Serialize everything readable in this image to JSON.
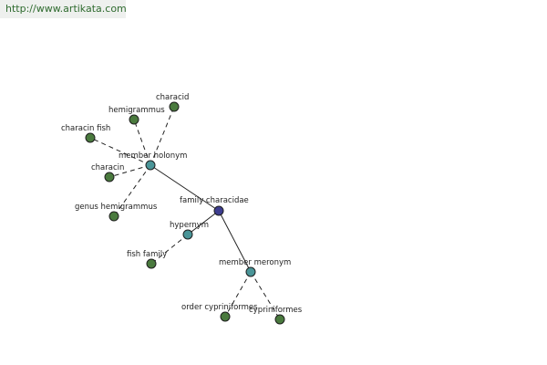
{
  "site": {
    "url": "http://www.artikata.com"
  },
  "colors": {
    "focus": "#3d3d8f",
    "relation": "#4a9598",
    "leaf": "#4a7a3e",
    "site_bg": "#eef0ee",
    "site_text": "#2f6b2f"
  },
  "nodes": {
    "focus": "family characidae",
    "rel_member_holonym": "member holonym",
    "rel_hypernym": "hypernym",
    "rel_member_meronym": "member meronym",
    "leaf_characid": "characid",
    "leaf_hemigrammus": "hemigrammus",
    "leaf_characin_fish": "characin fish",
    "leaf_characin": "characin",
    "leaf_genus_hemigrammus": "genus hemigrammus",
    "leaf_fish_family": "fish family",
    "leaf_order_cypriniformes": "order cypriniformes",
    "leaf_cypriniformes": "cypriniformes"
  }
}
